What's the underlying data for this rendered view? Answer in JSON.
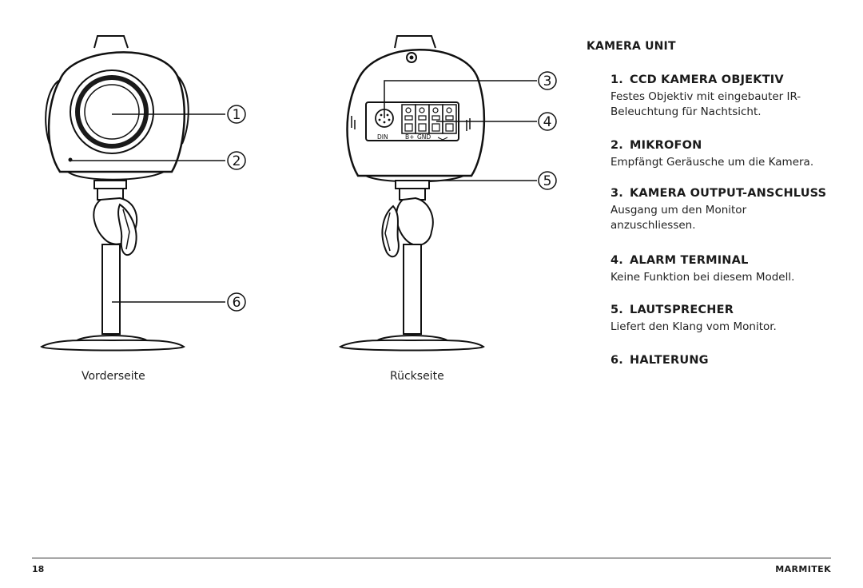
{
  "section_title": "KAMERA UNIT",
  "items": [
    {
      "num": "1.",
      "title": "CCD KAMERA OBJEKTIV",
      "desc": "Festes Objektiv mit eingebauter IR-Beleuchtung für Nachtsicht."
    },
    {
      "num": "2.",
      "title": "MIKROFON",
      "desc": "Empfängt Geräusche um die Kamera."
    },
    {
      "num": "3.",
      "title": "KAMERA OUTPUT-ANSCHLUSS",
      "desc": "Ausgang um den Monitor anzuschliessen."
    },
    {
      "num": "4.",
      "title": "ALARM TERMINAL",
      "desc": "Keine Funktion bei diesem Modell."
    },
    {
      "num": "5.",
      "title": "LAUTSPRECHER",
      "desc": "Liefert den Klang vom Monitor."
    },
    {
      "num": "6.",
      "title": "HALTERUNG",
      "desc": ""
    }
  ],
  "captions": {
    "front": "Vorderseite",
    "back": "Rückseite"
  },
  "callouts": [
    "1",
    "2",
    "3",
    "4",
    "5",
    "6"
  ],
  "port_labels": {
    "din": "DIN",
    "b_plus": "B+",
    "gnd": "GND"
  },
  "footer": {
    "page": "18",
    "brand": "MARMITEK"
  }
}
